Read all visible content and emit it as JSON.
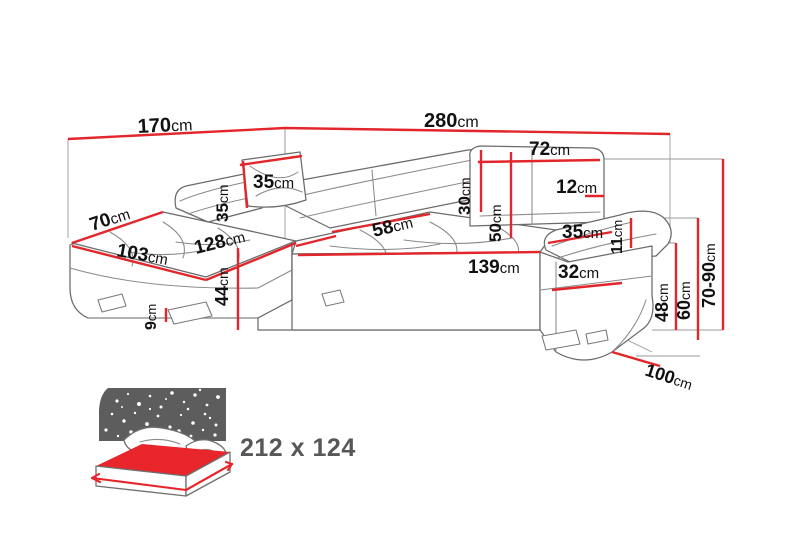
{
  "diagram": {
    "type": "furniture-dimension-drawing",
    "product": "corner sofa bed",
    "unit_suffix": "cm",
    "colors": {
      "dimension_red": "#E3262B",
      "outline_gray": "#6b6b6b",
      "seam_gray": "#8a8a8a",
      "guide_gray": "#9a9a9a",
      "text_black": "#111111",
      "sky_gray": "#5d5d5d",
      "mattress_red": "#E8252A",
      "bed_text_gray": "#575757",
      "background": "#ffffff"
    }
  },
  "dimensions": {
    "overall_depth_left": {
      "value": "170",
      "unit": "cm",
      "label": "170cm"
    },
    "overall_width": {
      "value": "280",
      "unit": "cm",
      "label": "280cm"
    },
    "corner_pillow_width": {
      "value": "35",
      "unit": "cm",
      "label": "35cm"
    },
    "corner_pillow_height": {
      "value": "35",
      "unit": "cm",
      "label": "35cm"
    },
    "backrest_width": {
      "value": "72",
      "unit": "cm",
      "label": "72cm"
    },
    "backrest_upper_height": {
      "value": "30",
      "unit": "cm",
      "label": "30cm"
    },
    "backrest_total_height": {
      "value": "50",
      "unit": "cm",
      "label": "50cm"
    },
    "backrest_thickness": {
      "value": "12",
      "unit": "cm",
      "label": "12cm"
    },
    "chaise_seat_depth": {
      "value": "70",
      "unit": "cm",
      "label": "70cm"
    },
    "chaise_seat_width": {
      "value": "103",
      "unit": "cm",
      "label": "103cm"
    },
    "chaise_length": {
      "value": "128",
      "unit": "cm",
      "label": "128cm"
    },
    "seat_depth": {
      "value": "58",
      "unit": "cm",
      "label": "58cm"
    },
    "seat_width": {
      "value": "139",
      "unit": "cm",
      "label": "139cm"
    },
    "chaise_seat_height": {
      "value": "44",
      "unit": "cm",
      "label": "44cm"
    },
    "leg_height": {
      "value": "9",
      "unit": "cm",
      "label": "9cm"
    },
    "armrest_depth": {
      "value": "35",
      "unit": "cm",
      "label": "35cm"
    },
    "armrest_width": {
      "value": "32",
      "unit": "cm",
      "label": "32cm"
    },
    "armrest_pad_thickness": {
      "value": "11",
      "unit": "cm",
      "label": "11cm"
    },
    "side_depth": {
      "value": "100",
      "unit": "cm",
      "label": "100cm"
    },
    "seat_height": {
      "value": "48",
      "unit": "cm",
      "label": "48cm"
    },
    "armrest_height": {
      "value": "60",
      "unit": "cm",
      "label": "60cm"
    },
    "total_height_range": {
      "value": "70-90",
      "unit": "cm",
      "label": "70-90cm"
    }
  },
  "bed_inset": {
    "icon_name": "sleeping-bed-night-sky-icon",
    "size_label": "212 x 124",
    "width": "212",
    "height": "124"
  }
}
